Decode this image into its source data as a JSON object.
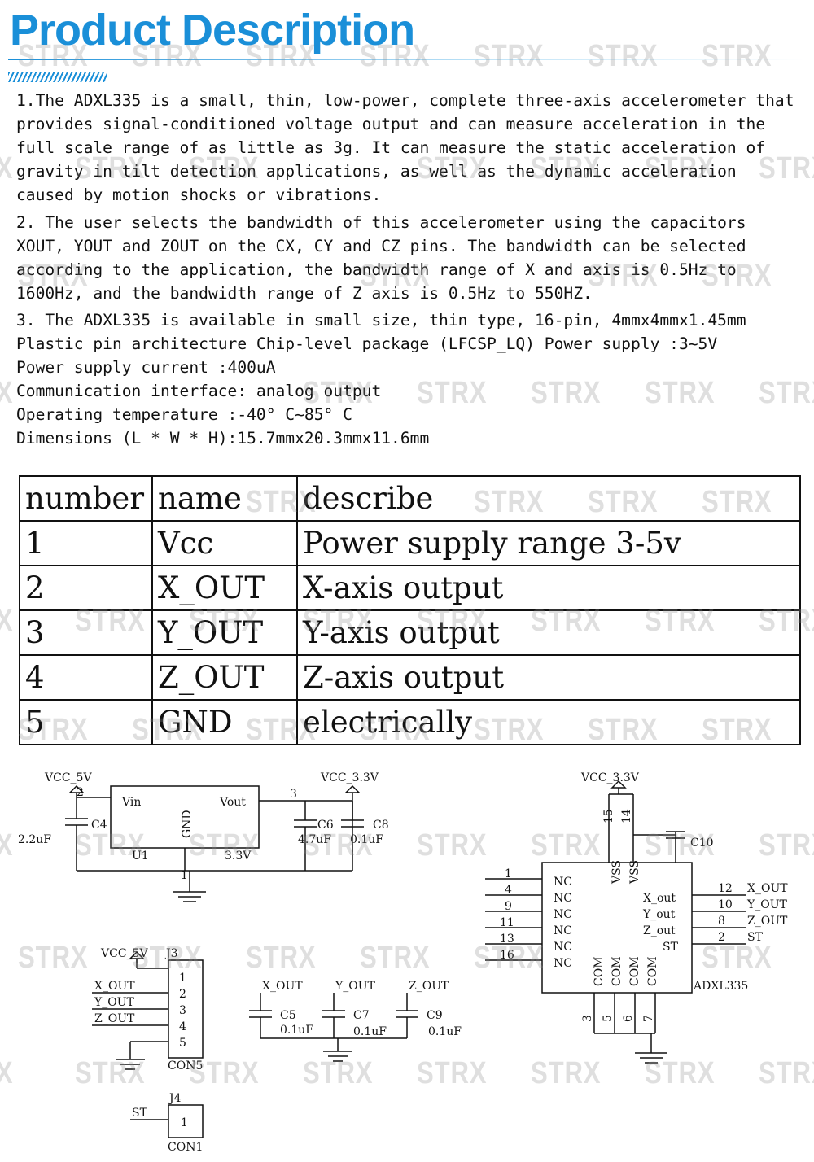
{
  "title": "Product Description",
  "paragraphs": [
    {
      "lines": [
        "1.The ADXL335 is a small, thin, low-power, complete three-axis accelerometer that",
        "provides signal-conditioned voltage output and can measure acceleration in the",
        "full scale range of as little as 3g. It can measure the static acceleration of",
        "gravity in tilt detection applications, as well as the dynamic acceleration",
        "caused by motion shocks or vibrations."
      ]
    },
    {
      "lines": [
        "2. The user selects the bandwidth of this accelerometer using the capacitors",
        "XOUT, YOUT and ZOUT on the CX, CY and CZ pins. The bandwidth can be selected",
        "according to the application, the bandwidth range of X and axis is 0.5Hz to",
        "1600Hz, and the bandwidth range of Z axis is 0.5Hz to 550HZ."
      ]
    },
    {
      "lines": [
        "3. The ADXL335 is available in small size, thin type, 16-pin, 4mmx4mmx1.45mm",
        "Plastic pin architecture Chip-level package (LFCSP_LQ) Power supply :3~5V"
      ]
    }
  ],
  "specs": [
    "Power supply current :400uA",
    "Communication interface: analog output",
    "Operating temperature :-40° C~85° C",
    "Dimensions (L * W * H):15.7mmx20.3mmx11.6mm"
  ],
  "pin_table": {
    "header": [
      "number",
      "name",
      "describe"
    ],
    "rows": [
      [
        "1",
        "Vcc",
        "Power supply range 3-5v"
      ],
      [
        "2",
        "X_OUT",
        "X-axis output"
      ],
      [
        "3",
        "Y_OUT",
        "Y-axis output"
      ],
      [
        "4",
        "Z_OUT",
        "Z-axis output"
      ],
      [
        "5",
        "GND",
        "electrically"
      ]
    ]
  },
  "schematic": {
    "regulator": {
      "vcc_in": "VCC_5V",
      "vcc_out": "VCC_3.3V",
      "vin": "Vin",
      "vout": "Vout",
      "gnd": "GND",
      "ref": "U1",
      "voltage": "3.3V",
      "pin_out": "3",
      "pin_gnd": "1",
      "pin_in": "2",
      "c4": "C4",
      "c4_val": "2.2uF",
      "c6": "C6",
      "c6_val": "4.7uF",
      "c8": "C8",
      "c8_val": "0.1uF"
    },
    "chip": {
      "vcc": "VCC_3.3V",
      "name": "ADXL335",
      "cap": "C10",
      "pins_top": [
        "15",
        "14"
      ],
      "vss": [
        "VSS",
        "VSS"
      ],
      "nc_pins": [
        "1",
        "4",
        "9",
        "11",
        "13",
        "16"
      ],
      "nc": "NC",
      "outputs": [
        {
          "pin": "12",
          "internal": "X_out",
          "net": "X_OUT"
        },
        {
          "pin": "10",
          "internal": "Y_out",
          "net": "Y_OUT"
        },
        {
          "pin": "8",
          "internal": "Z_out",
          "net": "Z_OUT"
        },
        {
          "pin": "2",
          "internal": "ST",
          "net": "ST"
        }
      ],
      "com": "COM",
      "com_pins": [
        "3",
        "5",
        "6",
        "7"
      ]
    },
    "connector": {
      "ref": "J3",
      "name": "CON5",
      "vcc": "VCC_5V",
      "nets": [
        "X_OUT",
        "Y_OUT",
        "Z_OUT"
      ],
      "pins": [
        "1",
        "2",
        "3",
        "4",
        "5"
      ]
    },
    "filters": [
      {
        "net": "X_OUT",
        "ref": "C5",
        "val": "0.1uF"
      },
      {
        "net": "Y_OUT",
        "ref": "C7",
        "val": "0.1uF"
      },
      {
        "net": "Z_OUT",
        "ref": "C9",
        "val": "0.1uF"
      }
    ],
    "st_connector": {
      "ref": "J4",
      "name": "CON1",
      "net": "ST",
      "pin": "1"
    }
  },
  "watermark": "STRX"
}
